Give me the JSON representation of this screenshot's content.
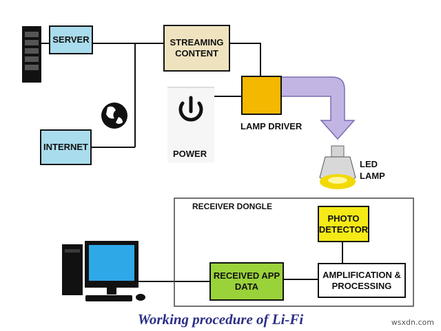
{
  "diagram": {
    "server": "SERVER",
    "internet": "INTERNET",
    "streaming": "STREAMING\nCONTENT",
    "lamp_driver": "LAMP DRIVER",
    "power": "POWER",
    "led_lamp": "LED\nLAMP",
    "receiver_dongle": "RECEIVER DONGLE",
    "photo_detector": "PHOTO\nDETECTOR",
    "amplification": "AMPLIFICATION &\nPROCESSING",
    "received_data": "RECEIVED APP\nDATA"
  },
  "caption": "Working procedure of Li-Fi",
  "watermark": "wsxdn.com",
  "colors": {
    "light_blue_box": "#a9dcec",
    "beige_box": "#efe3bf",
    "orange_box": "#f5b800",
    "yellow_box": "#f5ea16",
    "green_box": "#9ad23a",
    "arrow_purple": "#c2b5e4",
    "caption": "#2c2f86"
  }
}
